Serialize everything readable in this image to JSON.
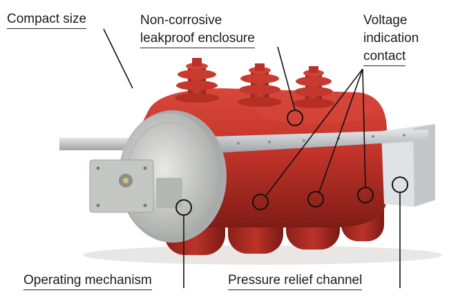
{
  "labels": {
    "compact_size": "Compact size",
    "enclosure_line1": "Non-corrosive",
    "enclosure_line2": "leakproof enclosure",
    "voltage_line1": "Voltage",
    "voltage_line2": "indication",
    "voltage_line3": "contact",
    "operating_mechanism": "Operating mechanism",
    "pressure_relief": "Pressure relief channel"
  },
  "colors": {
    "tank_red": "#c8362c",
    "tank_dark": "#8f1f18",
    "metal": "#c9ccce",
    "leader_line": "#111111"
  }
}
